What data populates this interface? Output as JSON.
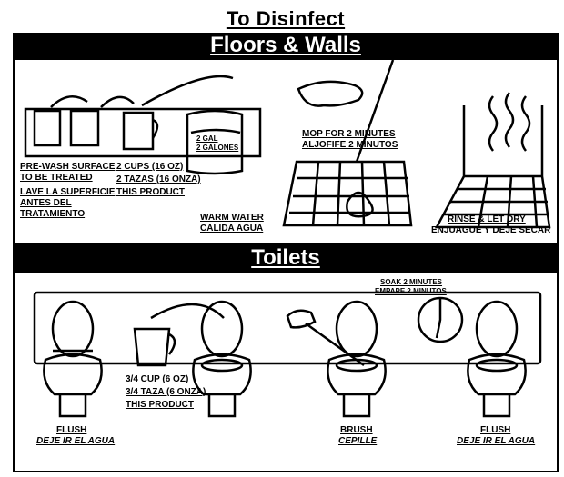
{
  "title": "To Disinfect",
  "sections": {
    "floors_walls": {
      "heading": "Floors & Walls",
      "step1": {
        "line1": "PRE-WASH SURFACE",
        "line2": "TO BE TREATED",
        "line3": "LAVE LA SUPERFICIE",
        "line4": "ANTES DEL",
        "line5": "TRATAMIENTO"
      },
      "step2": {
        "line1": "2 CUPS (16 OZ)",
        "line2": "2 TAZAS (16 ONZA)",
        "line3": "THIS PRODUCT"
      },
      "bucket": {
        "line1": "2 GAL",
        "line2": "2 GALONES"
      },
      "warm_water": {
        "line1": "WARM WATER",
        "line2": "CALIDA AGUA"
      },
      "mop": {
        "line1": "MOP FOR 2 MINUTES",
        "line2": "ALJOFIFE 2 MINUTOS"
      },
      "rinse": {
        "line1": "RINSE & LET DRY",
        "line2": "ENJUAGUE Y DEJE SECAR"
      }
    },
    "toilets": {
      "heading": "Toilets",
      "soak": {
        "line1": "SOAK 2 MINUTES",
        "line2": "EMPAPE 2 MINUTOS"
      },
      "product": {
        "line1": "3/4 CUP (6 OZ)",
        "line2": "3/4 TAZA (6 ONZA)",
        "line3": "THIS PRODUCT"
      },
      "flush1": {
        "line1": "FLUSH",
        "line2": "DEJE IR EL AGUA"
      },
      "brush": {
        "line1": "BRUSH",
        "line2": "CEPILLE"
      },
      "flush2": {
        "line1": "FLUSH",
        "line2": "DEJE IR EL AGUA"
      }
    }
  }
}
